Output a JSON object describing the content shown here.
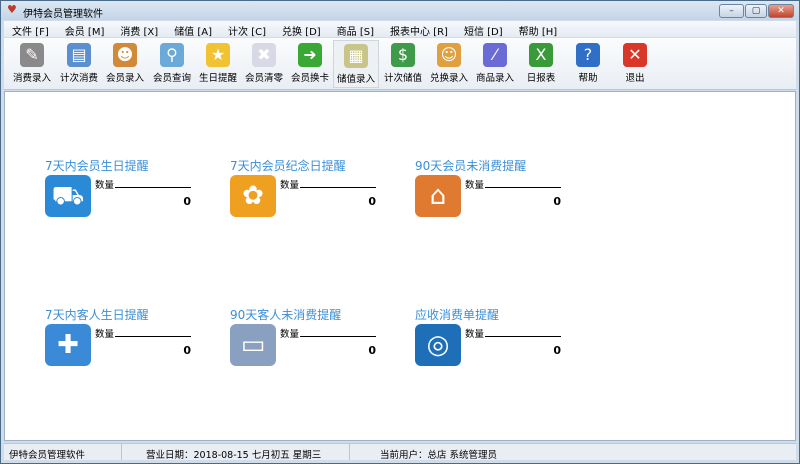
{
  "window": {
    "title": "伊特会员管理软件",
    "minimize": "–",
    "maximize": "▢",
    "close": "✕"
  },
  "menu": [
    "文件 [F]",
    "会员 [M]",
    "消费 [X]",
    "储值 [A]",
    "计次 [C]",
    "兑换 [D]",
    "商品 [S]",
    "报表中心 [R]",
    "短信 [D]",
    "帮助 [H]"
  ],
  "toolbar": [
    {
      "label": "消费录入",
      "icon": "pen-paper-icon",
      "color": "#8a8a8a"
    },
    {
      "label": "计次消费",
      "icon": "form-pencil-icon",
      "color": "#5b8fd0"
    },
    {
      "label": "会员录入",
      "icon": "users-icon",
      "color": "#d08a3a"
    },
    {
      "label": "会员查询",
      "icon": "magnifier-icon",
      "color": "#6aa9d8"
    },
    {
      "label": "生日提醒",
      "icon": "star-icon",
      "color": "#f1c232"
    },
    {
      "label": "会员清零",
      "icon": "document-x-icon",
      "color": "#d9d9e6"
    },
    {
      "label": "会员换卡",
      "icon": "arrow-right-circle-icon",
      "color": "#3aa835"
    },
    {
      "label": "储值录入",
      "icon": "cash-register-icon",
      "color": "#c9c58a"
    },
    {
      "label": "计次储值",
      "icon": "money-icon",
      "color": "#3f9a4a"
    },
    {
      "label": "兑换录入",
      "icon": "gift-icon",
      "color": "#e0a040"
    },
    {
      "label": "商品录入",
      "icon": "edit-board-icon",
      "color": "#6b6bd6"
    },
    {
      "label": "日报表",
      "icon": "excel-icon",
      "color": "#3a9a3a"
    },
    {
      "label": "帮助",
      "icon": "help-icon",
      "color": "#2f6fc8"
    },
    {
      "label": "退出",
      "icon": "exit-icon",
      "color": "#d9372a"
    }
  ],
  "cards": [
    {
      "title": "7天内会员生日提醒",
      "qty_label": "数量",
      "value": "0",
      "icon": "delivery-truck-icon",
      "color": "#2a8ad8"
    },
    {
      "title": "7天内会员纪念日提醒",
      "qty_label": "数量",
      "value": "0",
      "icon": "flower-box-icon",
      "color": "#f0a020"
    },
    {
      "title": "90天会员未消费提醒",
      "qty_label": "数量",
      "value": "0",
      "icon": "house-icon",
      "color": "#e07a30"
    },
    {
      "title": "7天内客人生日提醒",
      "qty_label": "数量",
      "value": "0",
      "icon": "gift-box-icon",
      "color": "#3a8ad8"
    },
    {
      "title": "90天客人未消费提醒",
      "qty_label": "数量",
      "value": "0",
      "icon": "paper-stack-icon",
      "color": "#8aa0c0"
    },
    {
      "title": "应收消费单提醒",
      "qty_label": "数量",
      "value": "0",
      "icon": "coins-icon",
      "color": "#1f6fb8"
    }
  ],
  "status": {
    "app": "伊特会员管理软件",
    "date_label": "营业日期：",
    "date": "2018-08-15  七月初五  星期三",
    "user_label": "当前用户：",
    "user": "总店 系统管理员"
  }
}
